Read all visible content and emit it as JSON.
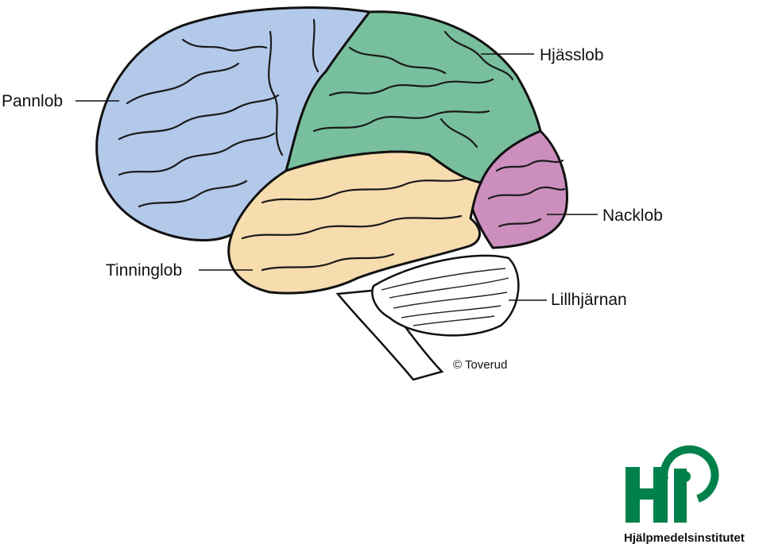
{
  "labels": {
    "frontal": "Pannlob",
    "parietal": "Hjässlob",
    "occipital": "Nacklob",
    "temporal": "Tinninglob",
    "cerebellum": "Lillhjärnan"
  },
  "credit": "© Toverud",
  "logo": {
    "wordmark": "Hjälpmedelsinstitutet",
    "mark_letters": "HI",
    "color": "#00804a"
  },
  "colors": {
    "frontal": "#b3c9ea",
    "parietal": "#78bf9e",
    "occipital": "#cc8fbd",
    "temporal": "#f7dcae",
    "cerebellum": "#ffffff",
    "outline": "#111111"
  }
}
